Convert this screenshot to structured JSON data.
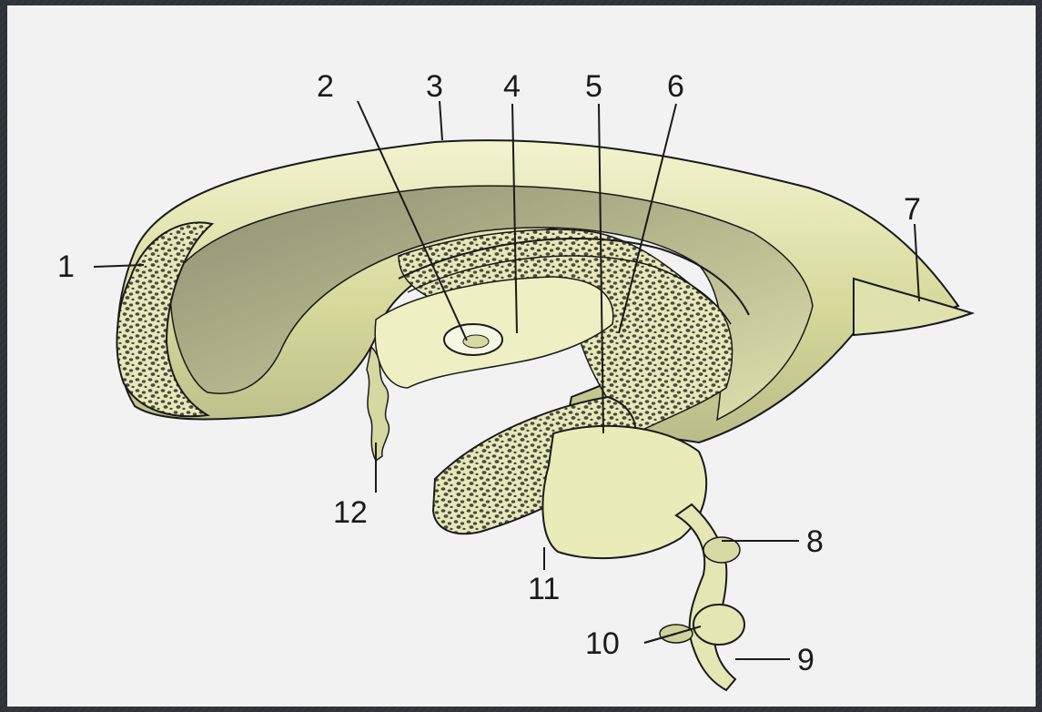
{
  "labels": {
    "l1": "1",
    "l2": "2",
    "l3": "3",
    "l4": "4",
    "l5": "5",
    "l6": "6",
    "l7": "7",
    "l8": "8",
    "l9": "9",
    "l10": "10",
    "l11": "11",
    "l12": "12"
  },
  "colors": {
    "frame": "#2f3238",
    "paper": "#f2f2f2",
    "tissue_light": "#eef0c0",
    "tissue_mid": "#d9dc9c",
    "tissue_shadow": "#a8ab82",
    "speckle": "#4a4a40",
    "line": "#1a1a1a"
  }
}
